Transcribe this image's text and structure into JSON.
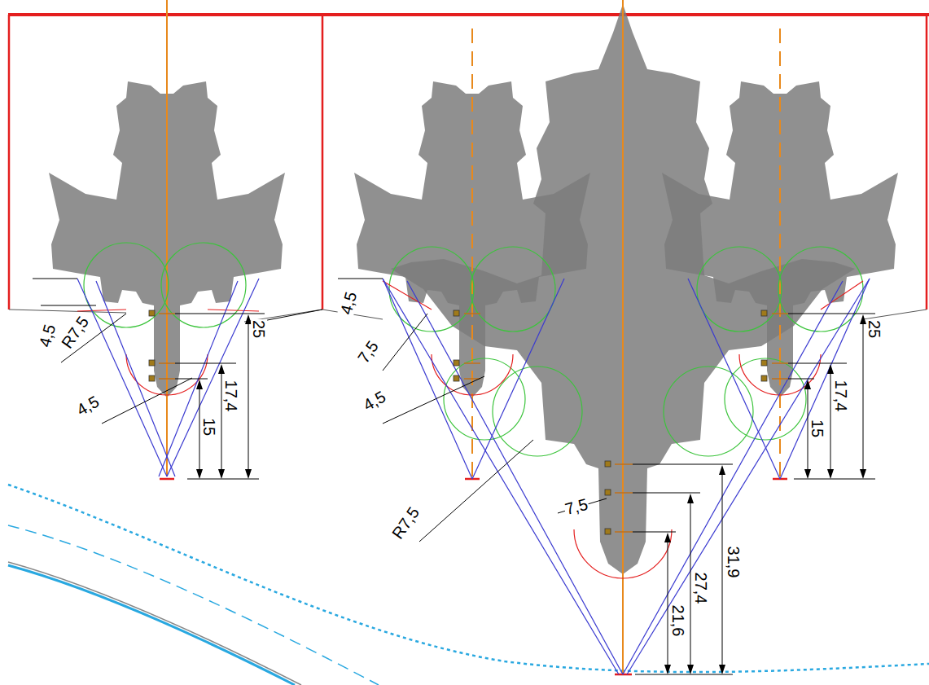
{
  "diagram": {
    "labels": [
      "4,5",
      "R7,5",
      "4,5",
      "15",
      "17,4",
      "25",
      "4,5",
      "7,5",
      "4,5",
      "R7,5",
      "7,5",
      "31,9",
      "27,4",
      "21,6",
      "15",
      "17,4",
      "25"
    ]
  }
}
